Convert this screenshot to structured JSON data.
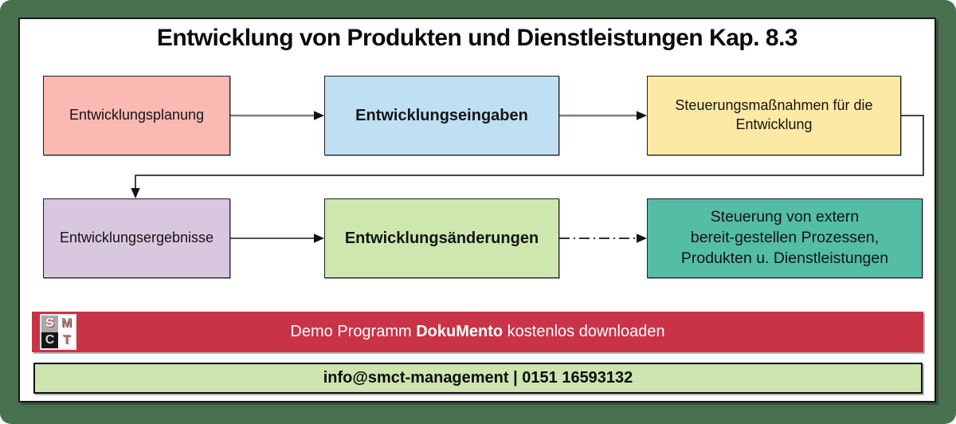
{
  "title": "Entwicklung von Produkten und Dienstleistungen Kap. 8.3",
  "diagram": {
    "boxes": [
      {
        "id": "entwicklungsplanung",
        "label": "Entwicklungsplanung",
        "bg": "#fab9b2"
      },
      {
        "id": "entwicklungseingaben",
        "label": "Entwicklungseingaben",
        "bg": "#bfe0f2"
      },
      {
        "id": "steuerungsmassnahmen",
        "label": "Steuerungsmaßnahmen für die\nEntwicklung",
        "bg": "#fce9a4"
      },
      {
        "id": "entwicklungsergebnisse",
        "label": "Entwicklungsergebnisse",
        "bg": "#d8c7df"
      },
      {
        "id": "entwicklungsaenderungen",
        "label": "Entwicklungsänderungen",
        "bg": "#cde7ae"
      },
      {
        "id": "steuerung-extern",
        "label": "Steuerung von extern\nbereit-gestellen Prozessen,\nProdukten u. Dienstleistungen",
        "bg": "#54bda5"
      }
    ]
  },
  "promo_banner": {
    "bg": "#c93347",
    "text_prefix": "Demo Programm ",
    "highlight": "DokuMento",
    "text_suffix": " kostenlos downloaden",
    "logo_letters": {
      "tl": "S",
      "tr": "M",
      "bl": "C",
      "br": "T"
    }
  },
  "contact_banner": {
    "bg": "#cde5af",
    "text": "info@smct-management | 0151 16593132"
  },
  "frame": {
    "outer_bg": "#48714e",
    "panel_bg": "#ffffff",
    "connector_gray": "#7d7d7d",
    "connector_dark": "#2e2e2e"
  }
}
